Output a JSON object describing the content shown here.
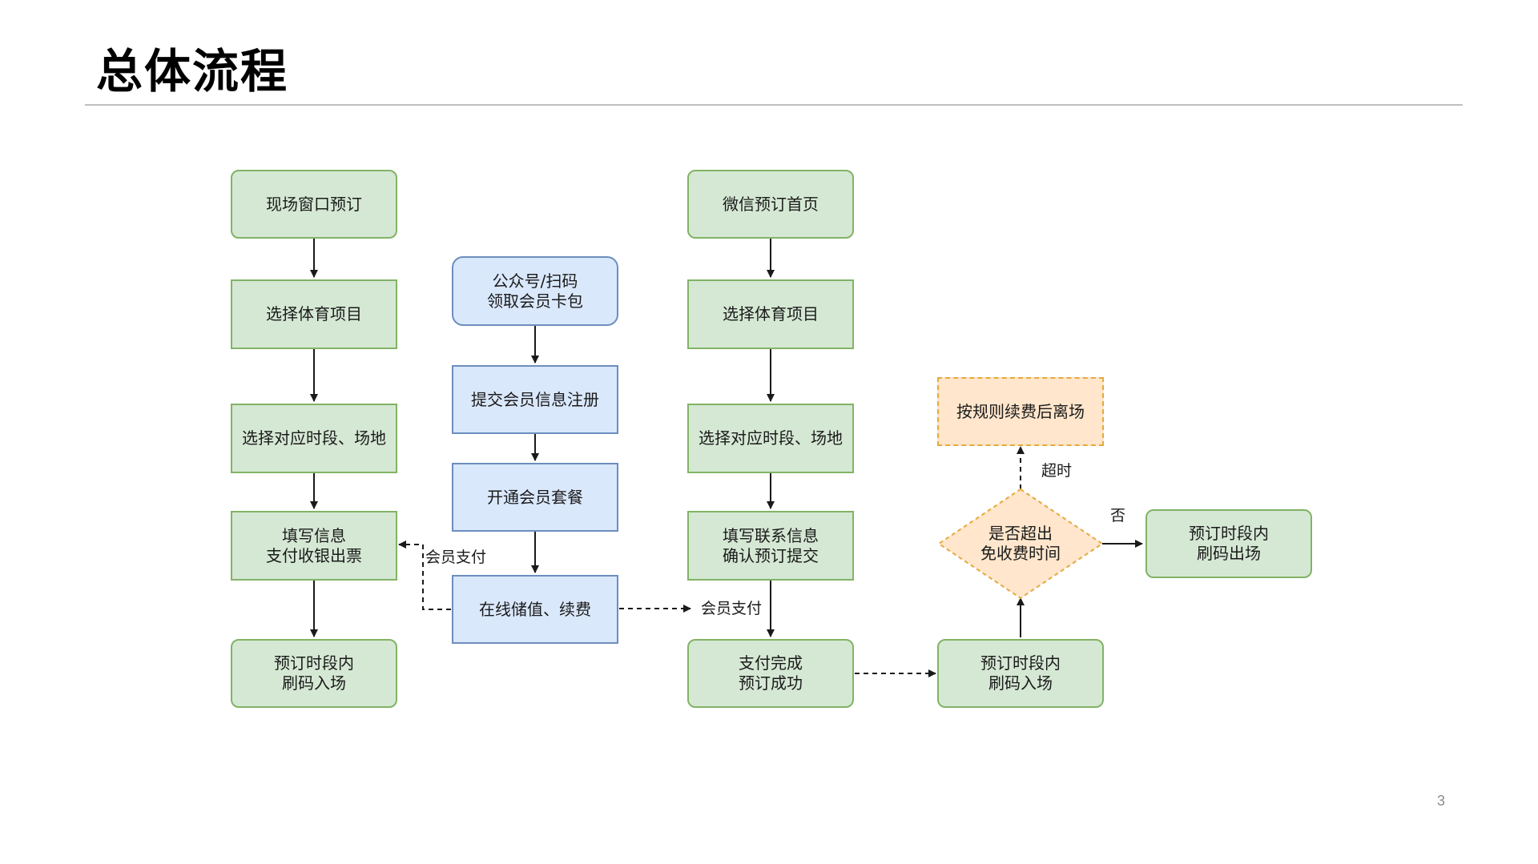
{
  "page": {
    "title": "总体流程",
    "page_number": "3"
  },
  "nodes": {
    "onsite_booking": "现场窗口预订",
    "onsite_select_sport": "选择体育项目",
    "onsite_select_slot": "选择对应时段、场地",
    "onsite_fill_pay": "填写信息\n支付收银出票",
    "onsite_enter": "预订时段内\n刷码入场",
    "member_card": "公众号/扫码\n领取会员卡包",
    "member_register": "提交会员信息注册",
    "member_package": "开通会员套餐",
    "member_topup": "在线储值、续费",
    "wechat_home": "微信预订首页",
    "wechat_select_sport": "选择体育项目",
    "wechat_select_slot": "选择对应时段、场地",
    "wechat_fill_confirm": "填写联系信息\n确认预订提交",
    "wechat_pay_done": "支付完成\n预订成功",
    "scan_enter": "预订时段内\n刷码入场",
    "overtime_check": "是否超出\n免收费时间",
    "renew_leave": "按规则续费后离场",
    "scan_exit": "预订时段内\n刷码出场"
  },
  "edge_labels": {
    "member_pay_left": "会员支付",
    "member_pay_right": "会员支付",
    "overtime": "超时",
    "no": "否"
  },
  "colors": {
    "green_fill": "#d5e8d4",
    "green_stroke": "#82b366",
    "blue_fill": "#dae8fc",
    "blue_stroke": "#6c8ebf",
    "orange_fill": "#ffe6cc",
    "orange_stroke": "#e6a93c",
    "arrow": "#1a1a1a"
  }
}
